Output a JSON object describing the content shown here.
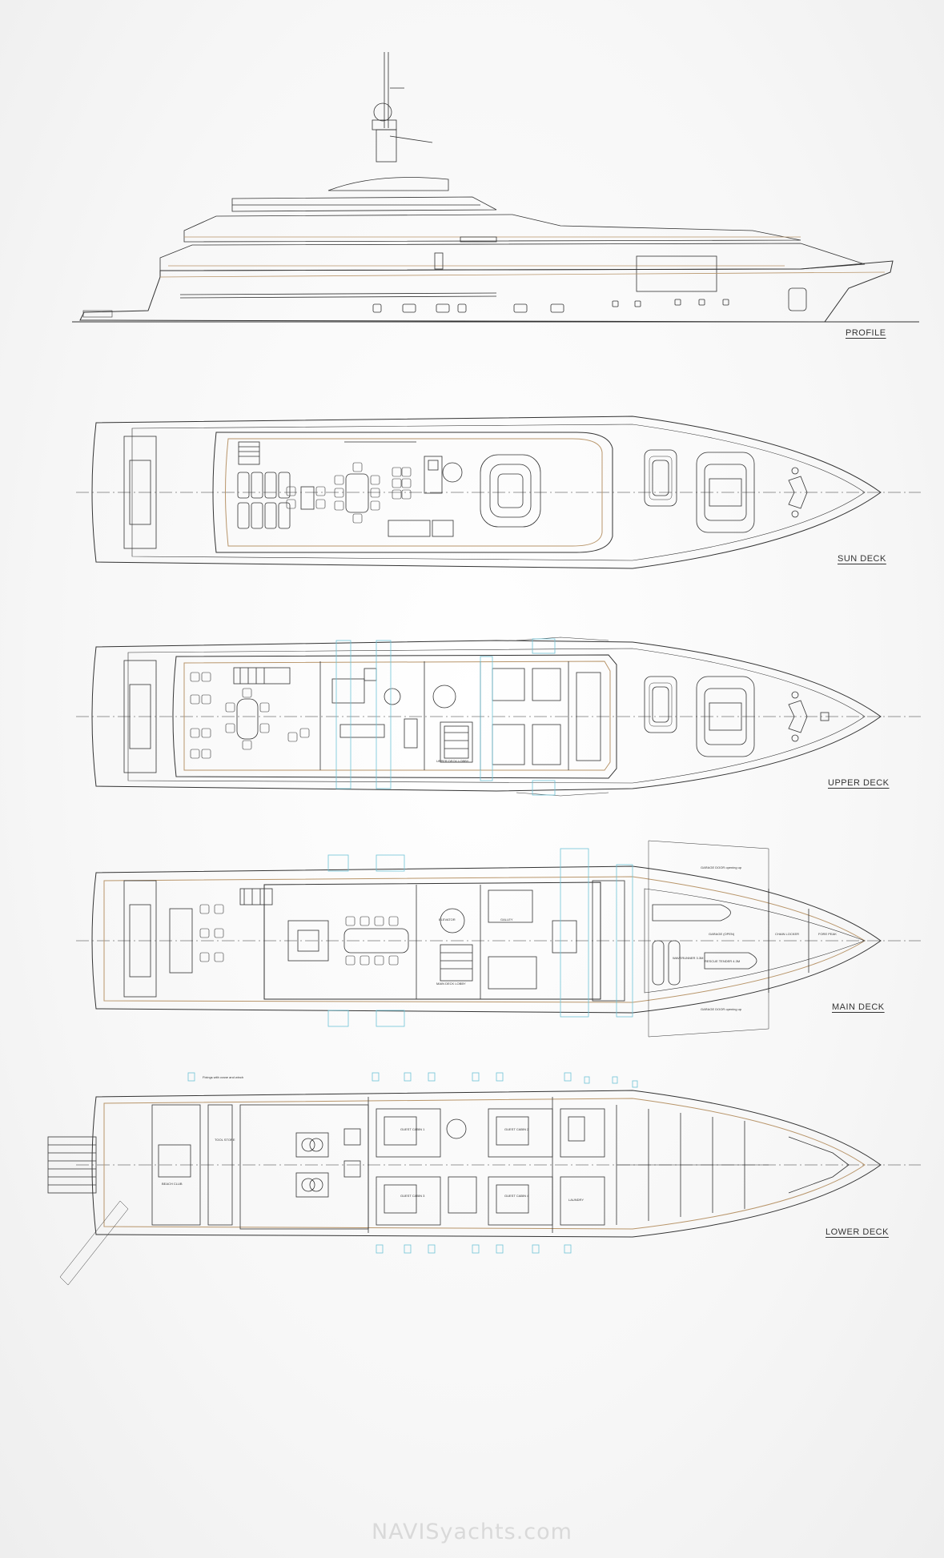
{
  "decks": [
    {
      "id": "profile",
      "label": "PROFILE"
    },
    {
      "id": "sun",
      "label": "SUN DECK"
    },
    {
      "id": "upper",
      "label": "UPPER DECK"
    },
    {
      "id": "main",
      "label": "MAIN DECK"
    },
    {
      "id": "lower",
      "label": "LOWER DECK"
    }
  ],
  "room_labels": {
    "garage_door_top": "GARAGE DOOR\nopening up",
    "garage_door_bottom": "GARAGE DOOR\nopening up",
    "chain_locker": "CHAIN LOCKER",
    "fore_peak": "FORE PEAK",
    "garage": "GARAGE\n(OPEN)",
    "rescue_tender": "RESCUE TENDER 4.3M",
    "waverunner": "WAVERUNNER\n3.3M",
    "guest_cabin_1": "GUEST CABIN 1",
    "guest_cabin_2": "GUEST CABIN 2",
    "guest_cabin_3": "GUEST CABIN 3",
    "guest_cabin_4": "GUEST CABIN 4",
    "tool_store": "TOOL\nSTORE",
    "beach_club": "BEACH CLUB",
    "fixings_note": "Fixings with crane and winch",
    "upper_deck_lobby": "UPPER DECK LOBBY",
    "main_deck_lobby": "MAIN DECK LOBBY",
    "galley": "GALLEY",
    "laundry": "LAUNDRY",
    "elevator": "ELEVATOR"
  },
  "colors": {
    "line": "#333333",
    "accent_brown": "#b8956a",
    "cyan": "#6fc3d6",
    "watermark": "#d9d9d9"
  },
  "watermark": "NAVISyachts.com"
}
